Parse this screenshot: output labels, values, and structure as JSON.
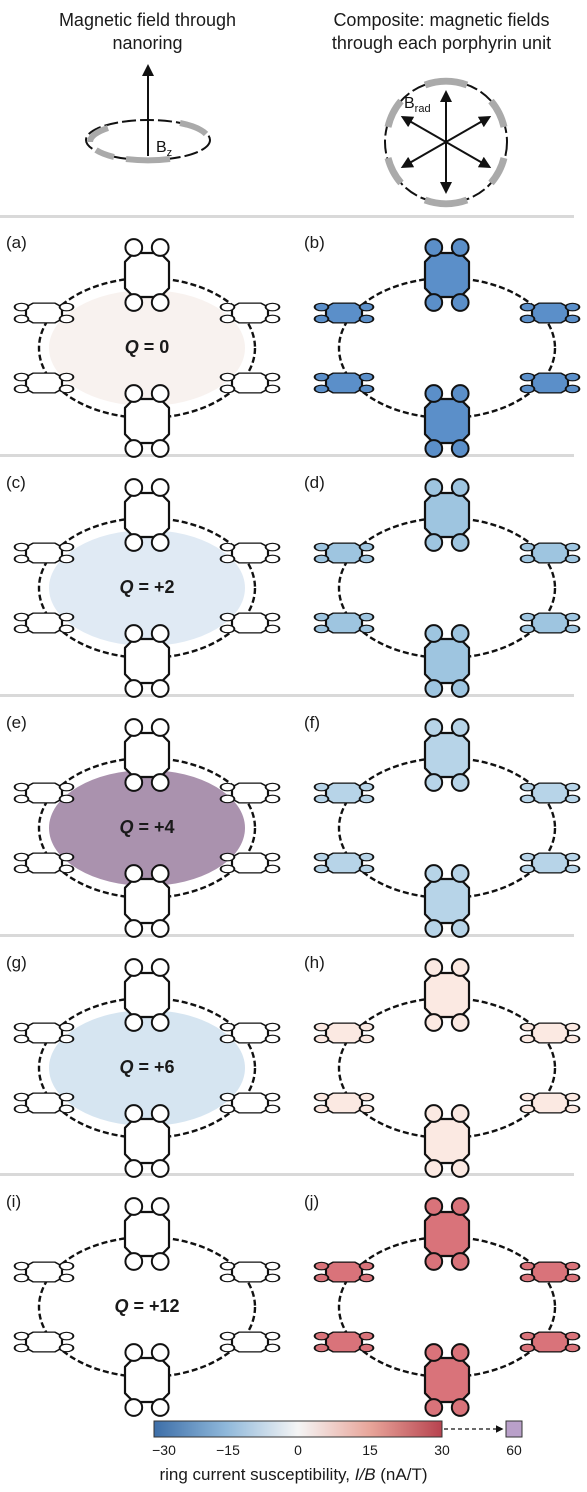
{
  "header": {
    "left_title": "Magnetic field through\nnanoring",
    "right_title": "Composite: magnetic fields\nthrough each porphyrin unit",
    "left_field_symbol": "B",
    "left_field_sub": "z",
    "right_field_symbol": "B",
    "right_field_sub": "rad"
  },
  "panels": [
    {
      "left_label": "(a)",
      "right_label": "(b)",
      "q_prefix": "Q",
      "q_value": "= 0",
      "center_color": "#f7f0ec",
      "center_opacity": 0.85,
      "unit_color": "#5b8fc9",
      "pattern": "solid"
    },
    {
      "left_label": "(c)",
      "right_label": "(d)",
      "q_prefix": "Q",
      "q_value": "= +2",
      "center_color": "#dde8f3",
      "center_opacity": 0.9,
      "unit_color": "#9ec5e0",
      "pattern": "solid-blue"
    },
    {
      "left_label": "(e)",
      "right_label": "(f)",
      "q_prefix": "Q",
      "q_value": "= +4",
      "center_color": "#8d6e93",
      "center_opacity": 0.75,
      "unit_color": "#b7d4e8",
      "pattern": "pale"
    },
    {
      "left_label": "(g)",
      "right_label": "(h)",
      "q_prefix": "Q",
      "q_value": "= +6",
      "center_color": "#cfe0ee",
      "center_opacity": 0.85,
      "unit_color": "#fbe9e2",
      "pattern": "faint"
    },
    {
      "left_label": "(i)",
      "right_label": "(j)",
      "q_prefix": "Q",
      "q_value": "= +12",
      "center_color": "#ffffff",
      "center_opacity": 0.0,
      "unit_color": "#d9737a",
      "pattern": "red"
    }
  ],
  "colorbar": {
    "ticks": [
      "−30",
      "−15",
      "0",
      "15",
      "30"
    ],
    "extra_tick": "60",
    "label_prefix": "ring current susceptibility, ",
    "label_italic": "I/B",
    "label_suffix": " (nA/T)",
    "colors": [
      "#3d6ea8",
      "#8fb8da",
      "#f5f5f5",
      "#e8a59a",
      "#b7434f"
    ],
    "extra_color": "#b9a0c9"
  }
}
